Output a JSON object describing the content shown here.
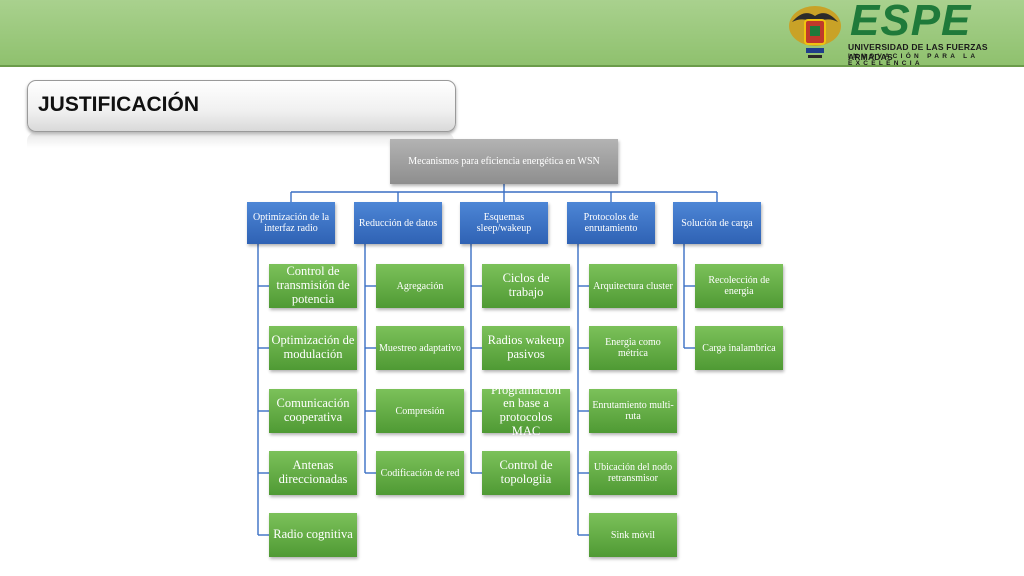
{
  "header": {
    "logo_word": "ESPE",
    "logo_line1": "UNIVERSIDAD DE LAS FUERZAS ARMADAS",
    "logo_line2": "INNOVACIÓN PARA LA EXCELENCIA"
  },
  "slide": {
    "title": "JUSTIFICACIÓN"
  },
  "diagram": {
    "root": "Mecanismos para eficiencia energética en WSN",
    "categories": [
      {
        "label": "Optimización de la interfaz radio",
        "items": [
          "Control de transmisión de potencia",
          "Optimización de modulación",
          "Comunicación cooperativa",
          "Antenas direccionadas",
          "Radio cognitiva"
        ]
      },
      {
        "label": "Reducción de datos",
        "items": [
          "Agregación",
          "Muestreo adaptativo",
          "Compresión",
          "Codificación de red"
        ]
      },
      {
        "label": "Esquemas sleep/wakeup",
        "items": [
          "Ciclos de trabajo",
          "Radios wakeup pasivos",
          "Programación en base a protocolos MAC",
          "Control de topologiia"
        ]
      },
      {
        "label": "Protocolos de enrutamiento",
        "items": [
          "Arquitectura cluster",
          "Energia como métrica",
          "Enrutamiento multi-ruta",
          "Ubicación del nodo retransmisor",
          "Sink móvil"
        ]
      },
      {
        "label": "Solución de carga",
        "items": [
          "Recolección de energia",
          "Carga inalambrica"
        ]
      }
    ]
  },
  "colors": {
    "header": "#a9d18e",
    "category": "#3a6fc4",
    "leaf": "#62ad44",
    "root": "#a0a0a0",
    "connector": "#3a6fc4"
  }
}
